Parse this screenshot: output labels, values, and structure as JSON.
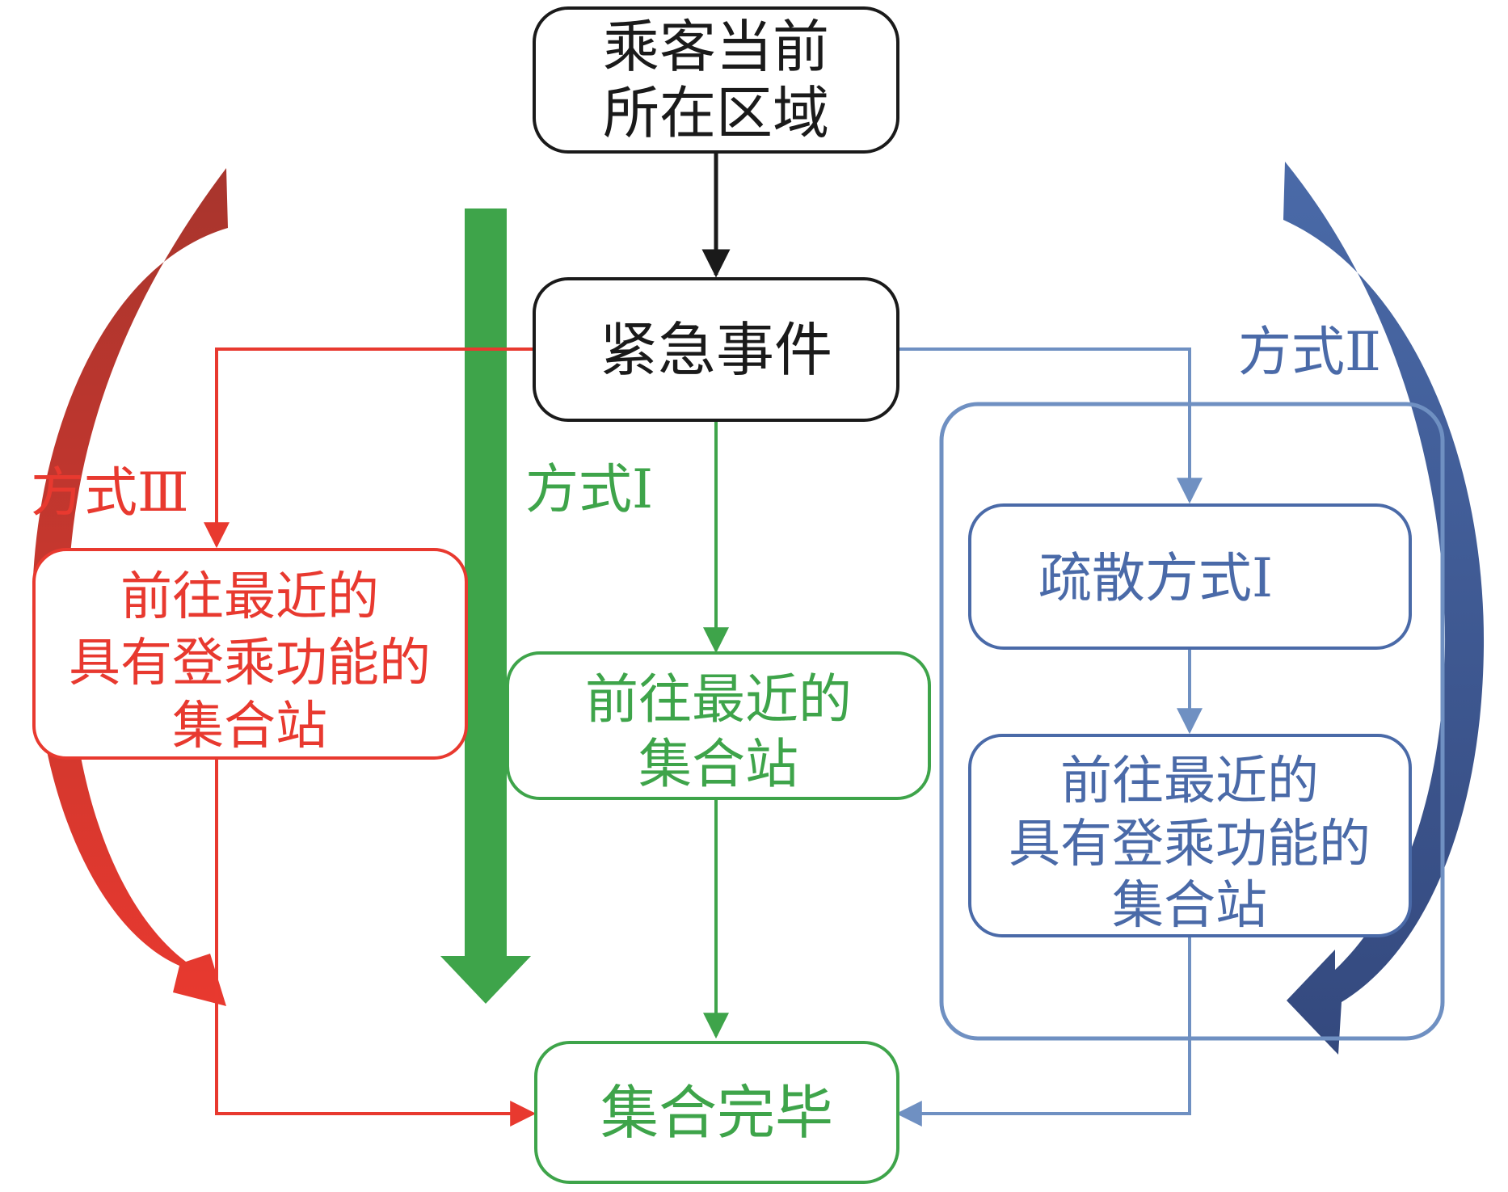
{
  "nodes": {
    "current_area": {
      "lines": [
        "乘客当前",
        "所在区域"
      ],
      "color": "#1a1a1a"
    },
    "emergency": {
      "lines": [
        "紧急事件"
      ],
      "color": "#1a1a1a"
    },
    "left_target": {
      "lines": [
        "前往最近的",
        "具有登乘功能的",
        "集合站"
      ],
      "color": "#e8392f"
    },
    "center_target": {
      "lines": [
        "前往最近的",
        "集合站"
      ],
      "color": "#3ea44a"
    },
    "evac_mode": {
      "lines": [
        "疏散方式Ⅰ"
      ],
      "color": "#4a6aa8"
    },
    "right_target": {
      "lines": [
        "前往最近的",
        "具有登乘功能的",
        "集合站"
      ],
      "color": "#4a6aa8"
    },
    "done": {
      "lines": [
        "集合完毕"
      ],
      "color": "#3ea44a"
    }
  },
  "labels": {
    "mode_1": "方式Ⅰ",
    "mode_2": "方式Ⅱ",
    "mode_3": "方式Ⅲ"
  },
  "colors": {
    "black": "#1a1a1a",
    "red": "#e8392f",
    "dark_red": "#a8352d",
    "green": "#3ea44a",
    "blue": "#4a6aa8",
    "light_blue": "#6f90c2",
    "dark_blue": "#34497e"
  }
}
